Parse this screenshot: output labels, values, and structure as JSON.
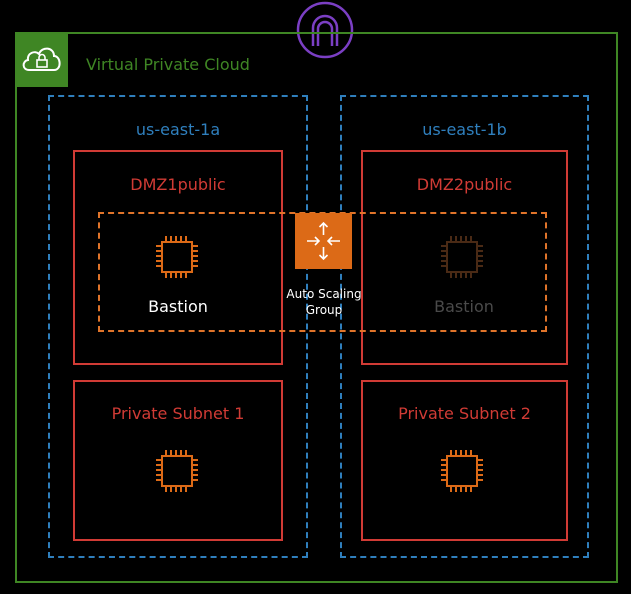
{
  "vpc": {
    "label": "Virtual Private Cloud",
    "icon": "vpc-cloud-lock-icon",
    "color": "#3f8624"
  },
  "gateway": {
    "icon": "internet-gateway-icon",
    "color": "#7b3fc4"
  },
  "availability_zones": [
    {
      "label": "us-east-1a",
      "public_subnet": {
        "label": "DMZ1public",
        "instance_label": "Bastion",
        "instance_active": true
      },
      "private_subnet": {
        "label": "Private Subnet 1"
      }
    },
    {
      "label": "us-east-1b",
      "public_subnet": {
        "label": "DMZ2public",
        "instance_label": "Bastion",
        "instance_active": false
      },
      "private_subnet": {
        "label": "Private Subnet 2"
      }
    }
  ],
  "auto_scaling_group": {
    "label_line1": "Auto Scaling",
    "label_line2": "Group",
    "icon": "auto-scaling-icon",
    "color": "#dc6a17"
  },
  "colors": {
    "az_border": "#2f7fbd",
    "subnet_border": "#d13b35",
    "asg_border": "#e0742a",
    "instance_active": "#dc6a17",
    "instance_inactive": "#4a2a15"
  }
}
